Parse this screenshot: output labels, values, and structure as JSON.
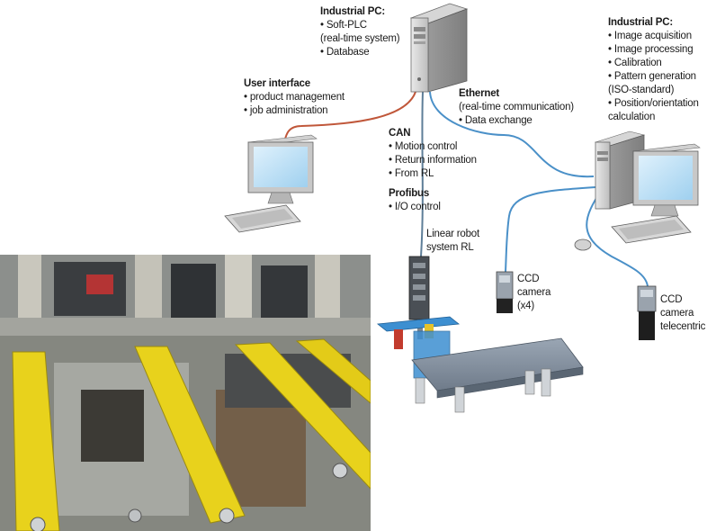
{
  "labels": {
    "pc_main": {
      "title": "Industrial PC:",
      "items": [
        "Soft-PLC"
      ],
      "plain": [
        "(real-time system)"
      ],
      "items2": [
        "Database"
      ]
    },
    "user_interface": {
      "title": "User interface",
      "items": [
        "product management",
        "job administration"
      ]
    },
    "ethernet": {
      "title": "Ethernet",
      "plain": [
        "(real-time communication)"
      ],
      "items": [
        "Data exchange"
      ]
    },
    "can": {
      "title": "CAN",
      "items": [
        "Motion control",
        "Return information",
        "From RL"
      ]
    },
    "profibus": {
      "title": "Profibus",
      "items": [
        "I/O control"
      ]
    },
    "pc_vision": {
      "title": "Industrial PC:",
      "items": [
        "Image acquisition",
        "Image processing",
        "Calibration",
        "Pattern generation"
      ],
      "plain": [
        "(ISO-standard)"
      ],
      "items2": [
        "Position/orientation"
      ],
      "plain2": [
        "calculation"
      ]
    },
    "robot": {
      "lines": [
        "Linear robot",
        "system RL"
      ]
    },
    "ccd1": {
      "lines": [
        "CCD",
        "camera",
        "(x4)"
      ]
    },
    "ccd2": {
      "lines": [
        "CCD",
        "camera",
        "telecentric"
      ]
    }
  },
  "colors": {
    "ethernet_cable": "#4a90c8",
    "ui_cable": "#c0573a",
    "conveyor_belt": "#e8d21c",
    "robot_blue": "#3d8fd1",
    "monitor_screen": "#bfe1f7"
  },
  "icons": {
    "tower_pc": "tower-computer",
    "workstation": "desktop-computer",
    "camera": "ccd-camera",
    "robot": "linear-robot",
    "photo": "conveyor-photo"
  }
}
